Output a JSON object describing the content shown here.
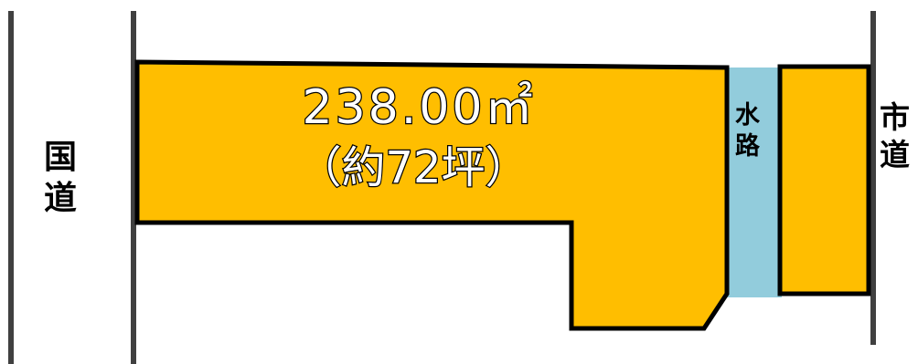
{
  "plot": {
    "area_text": "238.00㎡",
    "tsubo_text": "（約72坪）"
  },
  "labels": {
    "road_left": [
      "国",
      "道"
    ],
    "waterway": [
      "水",
      "路"
    ],
    "road_right": [
      "市",
      "道"
    ]
  },
  "colors": {
    "lot_fill": "#FFBE00",
    "lot_stroke": "#000000",
    "waterway_fill": "#92CCDC",
    "road_line": "#404040",
    "area_text_fill": "#FFFFFF",
    "area_text_stroke": "#000000"
  }
}
